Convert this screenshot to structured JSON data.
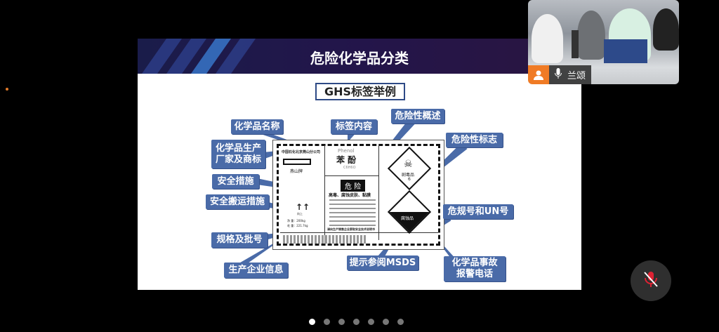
{
  "slide": {
    "title": "危险化学品分类",
    "subtitle": "GHS标签举例",
    "callouts": {
      "name": "化学品名称",
      "content": "标签内容",
      "hazard_summary": "危险性概述",
      "hazard_symbol": "危险性标志",
      "manufacturer": "化学品生产厂家及商标",
      "safety": "安全措施",
      "handling": "安全搬运措施",
      "un_number": "危规号和UN号",
      "spec": "规格及批号",
      "msds": "提示参阅MSDS",
      "company": "生产企业信息",
      "emergency": "化学品事故报警电话"
    },
    "label": {
      "english_name": "Phenol",
      "chinese_name": "苯    酚",
      "formula": "C6H6O",
      "signal_word": "危 险",
      "hazards": "高毒、腐蚀皮肤、黏膜",
      "toxic_class": "剧毒品",
      "toxic_number": "6",
      "corrosive": "腐蚀品",
      "brand": "燕山牌",
      "handling_mark": "向上",
      "net_weight": "净 重：200kg",
      "gross_weight": "毛 重：221.7kg",
      "msds_note": "请向生产销售企业索取安全技术说明书"
    }
  },
  "video": {
    "participant_name": "兰颂",
    "accent": "#f07b25"
  },
  "pagination": {
    "total": 7,
    "current": 1
  }
}
